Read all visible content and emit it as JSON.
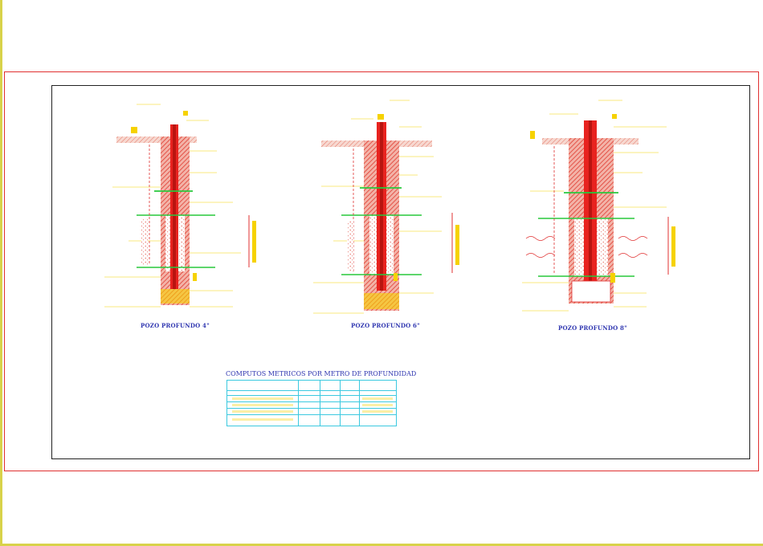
{
  "wells": [
    {
      "title": "POZO PROFUNDO 4\""
    },
    {
      "title": "POZO PROFUNDO 6\""
    },
    {
      "title": "POZO PROFUNDO 8\""
    }
  ],
  "table": {
    "title": "COMPUTOS METRICOS POR METRO DE PROFUNDIDAD"
  },
  "colors": {
    "casing": "#e8231f",
    "hatch": "#e0453b",
    "annotation": "#f6d200",
    "water_line": "#28c83c",
    "frame": "#e03030",
    "title_text": "#2f36b0",
    "table_border": "#3cc9e0"
  }
}
